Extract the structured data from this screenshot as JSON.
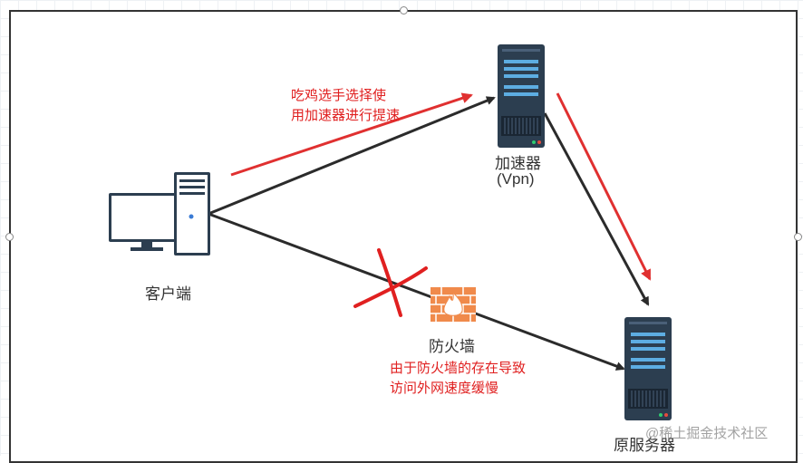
{
  "nodes": {
    "client": {
      "label": "客户端"
    },
    "accelerator": {
      "label": "加速器",
      "sublabel": "(Vpn)"
    },
    "firewall": {
      "label": "防火墙"
    },
    "origin": {
      "label": "原服务器"
    }
  },
  "annotations": {
    "accelerate_line1": "吃鸡选手选择使",
    "accelerate_line2": "用加速器进行提速",
    "firewall_line1": "由于防火墙的存在导致",
    "firewall_line2": "访问外网速度缓慢"
  },
  "watermark": "@稀土掘金技术社区",
  "colors": {
    "line": "#2b2b2b",
    "annotation": "#e02020",
    "server": "#2c3e50",
    "firewall": "#f08a4b"
  }
}
